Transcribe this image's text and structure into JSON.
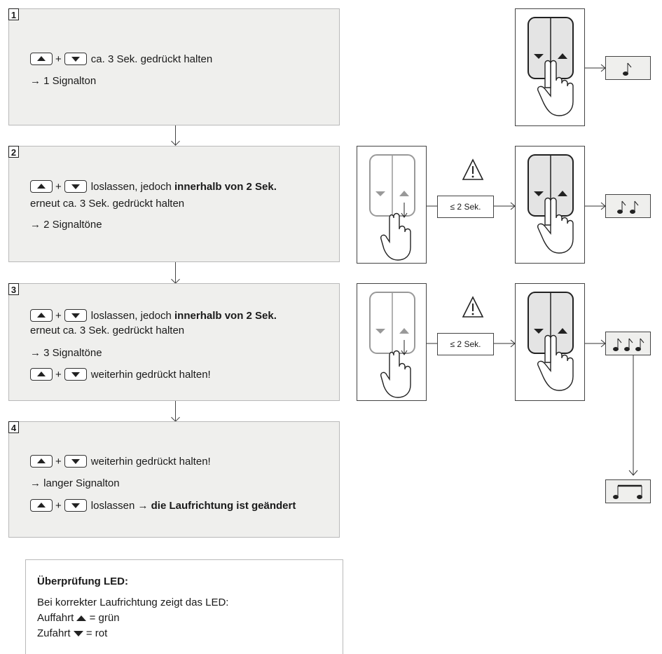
{
  "steps": [
    {
      "number": "1",
      "lines": [
        {
          "keys": true,
          "text": "ca. 3 Sek. gedrückt halten"
        },
        {
          "text": "→ 1 Signalton"
        }
      ]
    },
    {
      "number": "2",
      "line1_a": "loslassen, jedoch ",
      "line1_b": "innerhalb von 2 Sek.",
      "line2": "erneut ca. 3 Sek. gedrückt halten",
      "line3": "→ 2 Signaltöne"
    },
    {
      "number": "3",
      "line1_a": "loslassen, jedoch ",
      "line1_b": "innerhalb von 2 Sek.",
      "line2": "erneut ca. 3 Sek. gedrückt halten",
      "line3": "→ 3 Signaltöne",
      "line4": "weiterhin gedrückt halten!"
    },
    {
      "number": "4",
      "line1": "weiterhin gedrückt halten!",
      "line2": "→ langer Signalton",
      "line3_a": "loslassen → ",
      "line3_b": "die Laufrichtung ist geändert"
    }
  ],
  "plus": "+",
  "check": {
    "title": "Überprüfung LED:",
    "line1": "Bei korrekter Laufrichtung zeigt das LED:",
    "line2_a": "Auffahrt ",
    "line2_b": " = grün",
    "line3_a": "Zufahrt ",
    "line3_b": " = rot"
  },
  "diagram": {
    "time_label": "≤ 2 Sek.",
    "warning_icon": "warning-triangle-icon",
    "note_icon": "music-note-icon",
    "hand_icon": "pressing-hand-icon"
  }
}
